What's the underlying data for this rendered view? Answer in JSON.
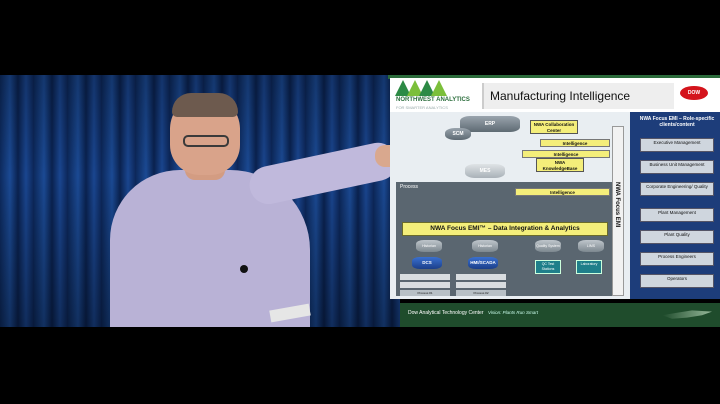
{
  "slide": {
    "logo_text": "NORTHWEST ANALYTICS",
    "logo_sub": "FOR SMARTER ANALYTICS",
    "title": "Manufacturing Intelligence",
    "dow": "DOW",
    "process_label": "Process",
    "vertical_label": "NWA Focus EMI",
    "erp": "ERP",
    "scm": "SCM",
    "mes": "MES",
    "collab": "NWA Collaboration Center",
    "kb": "NWA KnowledgeBase",
    "intel1": "Intelligence",
    "intel2": "Intelligence",
    "intel3": "Intelligence",
    "wide_arrow": "NWA Focus EMI™ – Data Integration & Analytics",
    "historian": "Historian",
    "historian2": "Historian",
    "dcs": "DCS",
    "hmi": "HMI/SCADA",
    "quality_system": "Quality System",
    "lims": "LIMS",
    "qc_stations": "QC Test Stations",
    "laboratory": "Laboratory",
    "process1": "Process #1",
    "process2": "Process #2",
    "panel_title": "NWA Focus EMI – Role-specific clients/content",
    "roles": [
      "Executive Management",
      "Business Unit Management",
      "Corporate Engineering/ Quality",
      "Plant Management",
      "Plant Quality",
      "Process Engineers",
      "Operators"
    ]
  },
  "footer": {
    "center": "Dow Analytical Technology Center",
    "tagline": "Vision: Plants Run Smart"
  }
}
